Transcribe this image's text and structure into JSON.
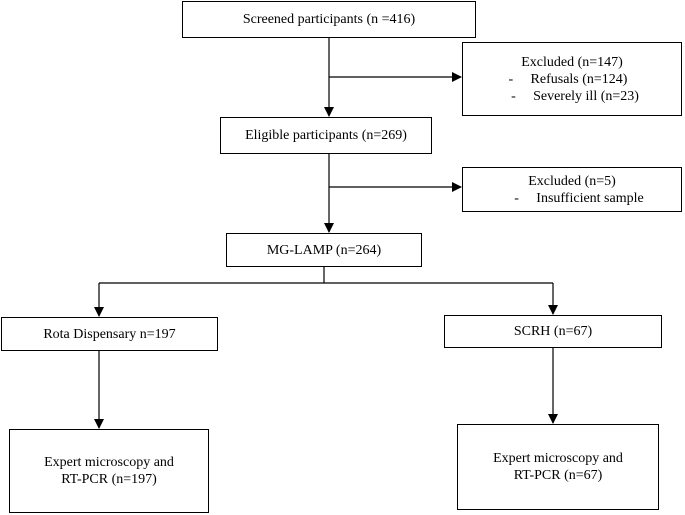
{
  "flowchart": {
    "screened": "Screened participants (n =416)",
    "excluded_1": {
      "title": "Excluded (n=147)",
      "items": [
        {
          "bullet": "-",
          "text": "Refusals (n=124)"
        },
        {
          "bullet": "-",
          "text": "Severely ill (n=23)"
        }
      ]
    },
    "eligible": "Eligible participants (n=269)",
    "excluded_2": {
      "title": "Excluded (n=5)",
      "items": [
        {
          "bullet": "-",
          "text": "Insufficient sample"
        }
      ]
    },
    "mglamp": "MG-LAMP (n=264)",
    "rota": "Rota Dispensary n=197",
    "scrh": "SCRH (n=67)",
    "expert_left": {
      "line1": "Expert microscopy and",
      "line2": "RT-PCR (n=197)"
    },
    "expert_right": {
      "line1": "Expert microscopy and",
      "line2": "RT-PCR (n=67)"
    }
  }
}
